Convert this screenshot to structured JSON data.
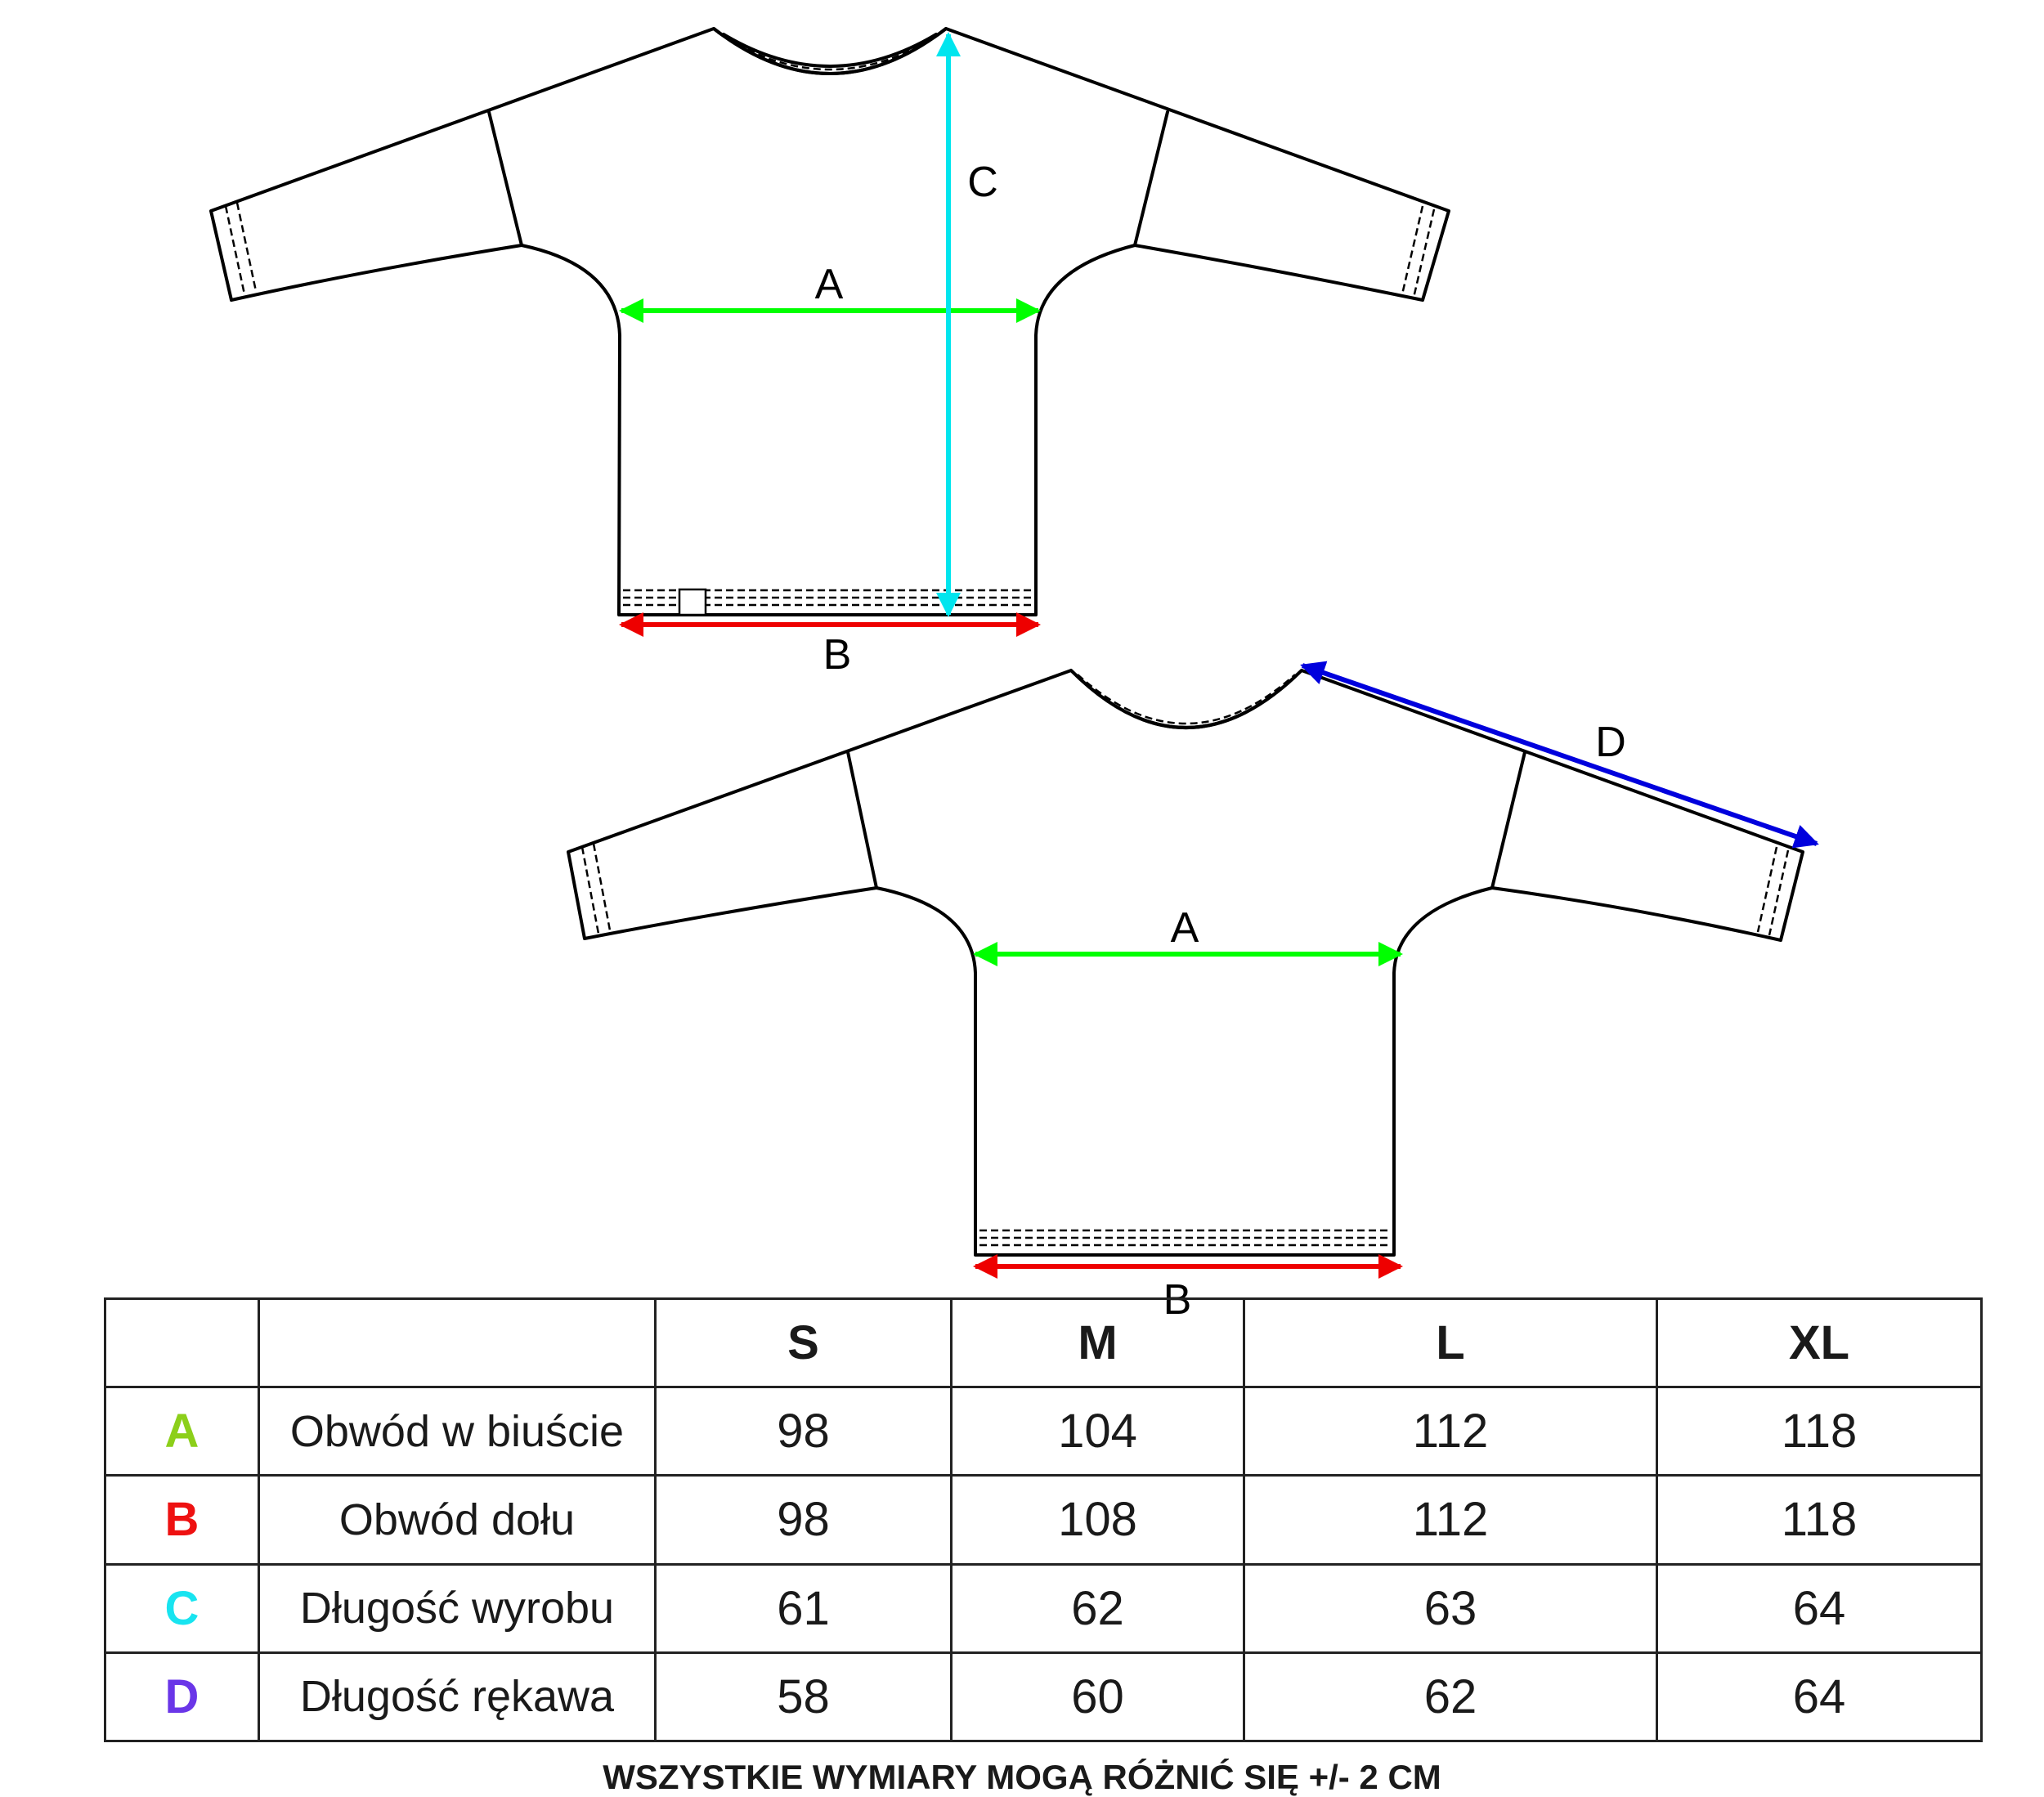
{
  "diagram": {
    "labels": {
      "a": "A",
      "b": "B",
      "c": "C",
      "d": "D"
    },
    "colors": {
      "a": "#00ff00",
      "b": "#ee0000",
      "c": "#00e5ee",
      "d": "#0000dd"
    }
  },
  "table": {
    "sizes": [
      "S",
      "M",
      "L",
      "XL"
    ],
    "rows": [
      {
        "letter": "A",
        "color": "#8ccf1a",
        "label": "Obwód w biuście",
        "values": [
          "98",
          "104",
          "112",
          "118"
        ]
      },
      {
        "letter": "B",
        "color": "#ee1111",
        "label": "Obwód dołu",
        "values": [
          "98",
          "108",
          "112",
          "118"
        ]
      },
      {
        "letter": "C",
        "color": "#18e4f0",
        "label": "Długość wyrobu",
        "values": [
          "61",
          "62",
          "63",
          "64"
        ]
      },
      {
        "letter": "D",
        "color": "#6a36e8",
        "label": "Długość rękawa",
        "values": [
          "58",
          "60",
          "62",
          "64"
        ]
      }
    ]
  },
  "footer": {
    "note": "WSZYSTKIE WYMIARY MOGĄ RÓŻNIĆ SIĘ +/- 2 CM"
  }
}
